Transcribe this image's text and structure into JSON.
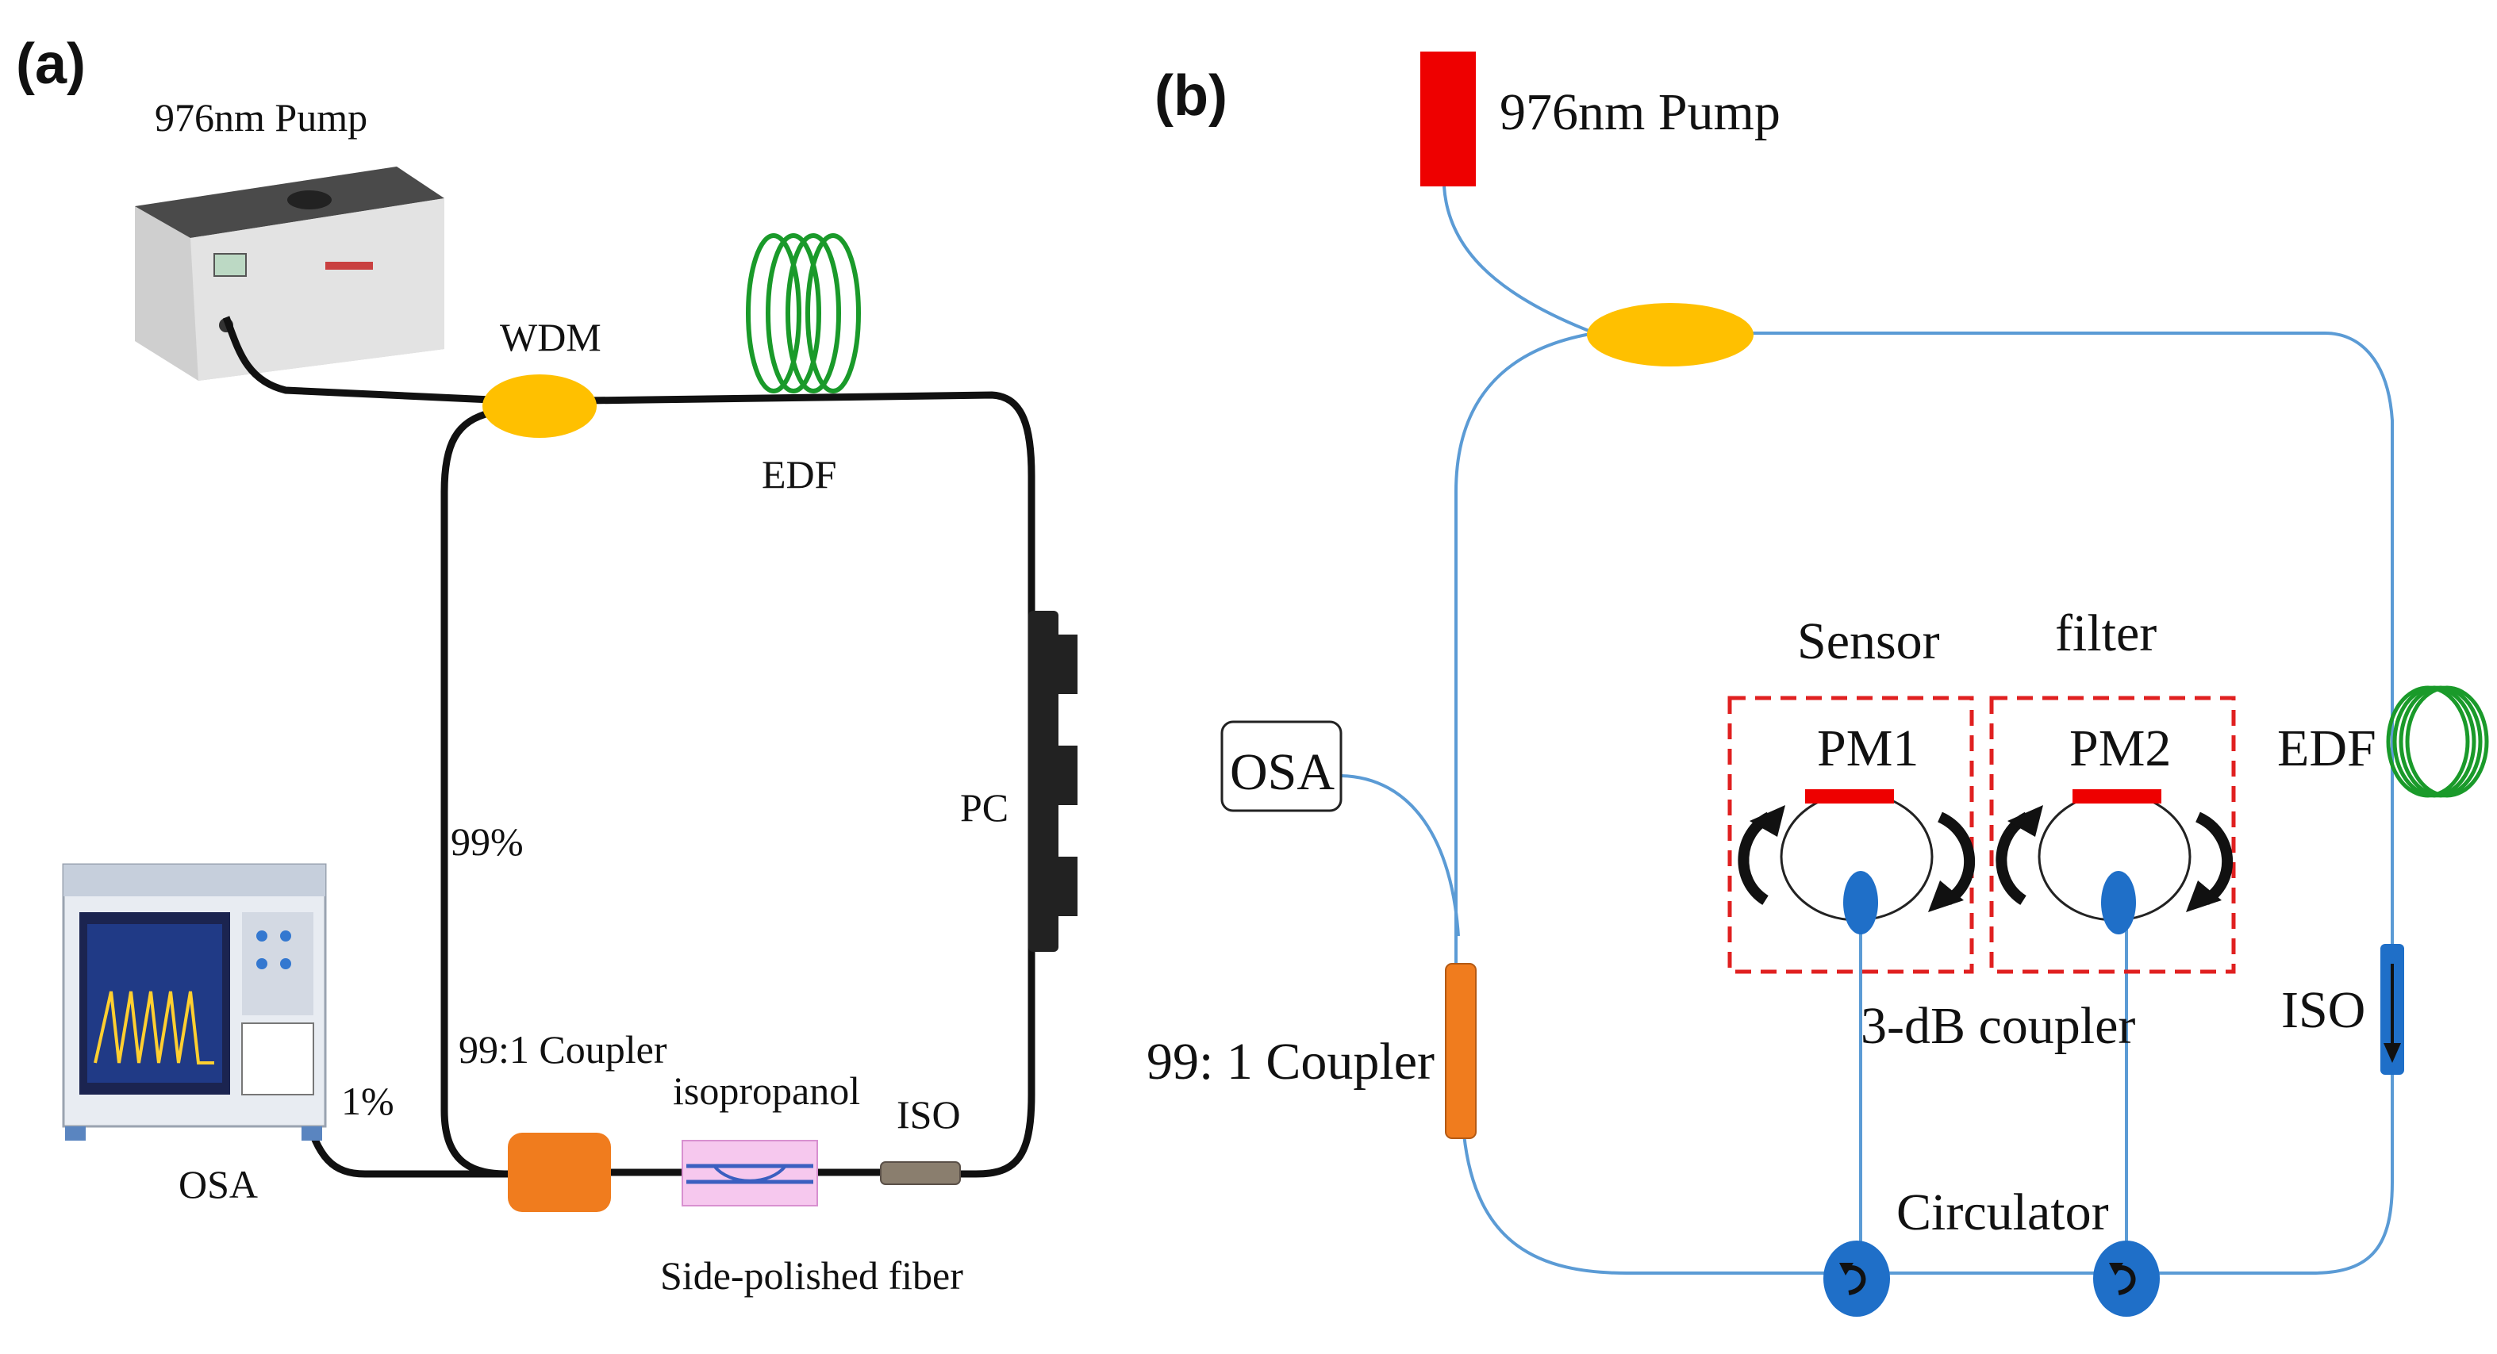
{
  "panel_a": {
    "tag": "(a)",
    "labels": {
      "pump": "976nm Pump",
      "wdm": "WDM",
      "edf": "EDF",
      "pc": "PC",
      "ratio_99": "99%",
      "coupler": "99:1 Coupler",
      "isopropanol": "isopropanol",
      "iso": "ISO",
      "ratio_1": "1%",
      "osa": "OSA",
      "side_polished": "Side-polished fiber"
    }
  },
  "panel_b": {
    "tag": "(b)",
    "labels": {
      "pump": "976nm Pump",
      "osa": "OSA",
      "sensor": "Sensor",
      "filter": "filter",
      "pm1": "PM1",
      "pm2": "PM2",
      "edf": "EDF",
      "iso": "ISO",
      "coupler": "99:  1 Coupler",
      "three_db": "3-dB coupler",
      "circulator": "Circulator"
    }
  },
  "colors": {
    "wdm": "#ffc000",
    "coupler_a": "#f07c1e",
    "coupler_b": "#f07c1e",
    "edf": "#1a9a2a",
    "pump_b": "#ee0000",
    "fiber_b": "#5b9bd5",
    "dash_box": "#e02020",
    "blue_device": "#1f6fc8",
    "pm_bar": "#ee0000"
  }
}
